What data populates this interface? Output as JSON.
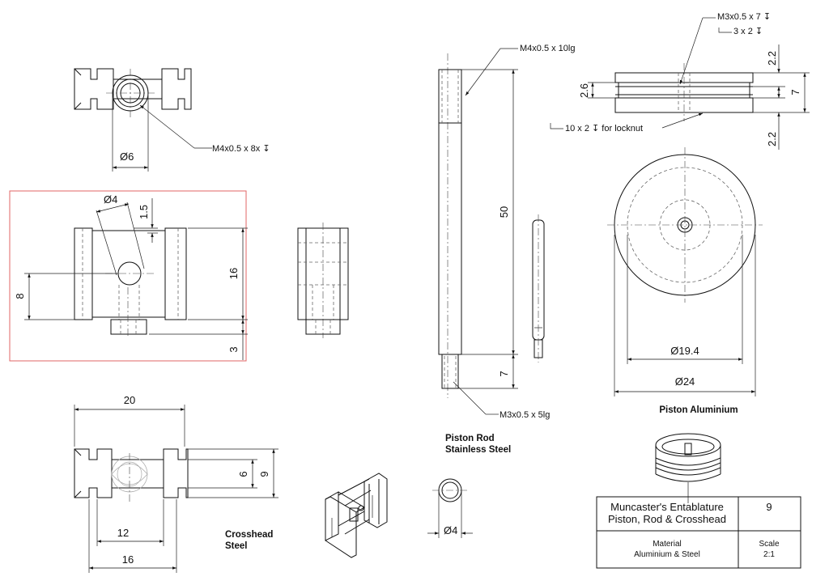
{
  "notes": {
    "m4_8x": "M4x0.5 x 8x ↧",
    "m4_10": "M4x0.5 x 10lg",
    "m3_5": "M3x0.5 x 5lg",
    "m3_7": "M3x0.5 x 7 ↧",
    "cbore": "3 x 2 ↧",
    "locknut": "10 x 2 ↧ for locknut"
  },
  "dims": {
    "d6": "Ø6",
    "d4_top": "Ø4",
    "v1_5": "1.5",
    "v16": "16",
    "v8": "8",
    "v3": "3",
    "h20": "20",
    "h12": "12",
    "h16": "16",
    "v6": "6",
    "v9": "9",
    "v50": "50",
    "v7_rod": "7",
    "v2_2a": "2.2",
    "v2_6": "2.6",
    "v7_piston": "7",
    "v2_2b": "2.2",
    "d19_4": "Ø19.4",
    "d24": "Ø24",
    "d4_bot": "Ø4"
  },
  "labels": {
    "piston_title": "Piston Aluminium",
    "rod_line1": "Piston Rod",
    "rod_line2": "Stainless Steel",
    "xhead_line1": "Crosshead",
    "xhead_line2": "Steel"
  },
  "title_block": {
    "title_line1": "Muncaster's Entablature",
    "title_line2": "Piston, Rod & Crosshead",
    "sheet_no": "9",
    "material_label": "Material",
    "material_value": "Aluminium & Steel",
    "scale_label": "Scale",
    "scale_value": "2:1"
  },
  "colors": {
    "selection_box": "#e06666",
    "line": "#111111"
  }
}
